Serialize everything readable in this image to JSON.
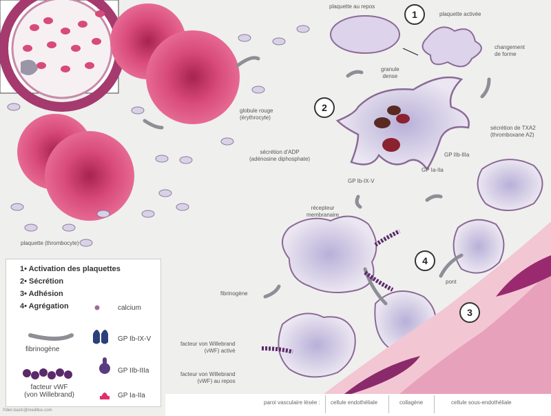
{
  "steps": [
    "1• Activation des plaquettes",
    "2• Sécrétion",
    "3• Adhésion",
    "4• Agrégation"
  ],
  "numbers": [
    "1",
    "2",
    "3",
    "4"
  ],
  "legend": {
    "calcium": "calcium",
    "fibrinogen": "fibrinogène",
    "vwf1": "facteur vWF",
    "vwf2": "(von Willebrand)",
    "gp1": "GP Ib-IX-V",
    "gp2": "GP IIb-IIIa",
    "gp3": "GP Ia-IIa"
  },
  "labels": {
    "resting": "plaquette au repos",
    "activated": "plaquette activée",
    "shape1": "changement",
    "shape2": "de forme",
    "granule1": "granule",
    "granule2": "dense",
    "rbc1": "globule rouge",
    "rbc2": "(érythrocyte)",
    "txa1": "sécrétion de TXA2",
    "txa2": "(thromboxane A2)",
    "adp1": "sécrétion d'ADP",
    "adp2": "(adénosine diphosphate)",
    "gp2": "GP IIb-IIIa",
    "gp3": "GP Ia-IIa",
    "gp1": "GP Ib-IX-V",
    "rec1": "récepteur",
    "rec2": "membranaire",
    "platelet": "plaquette (thrombocyte)",
    "fibrinogen": "fibrinogène",
    "bridge": "pont",
    "vwfa1": "facteur von Willebrand",
    "vwfa2": "(vWF) activé",
    "vwfr1": "facteur von Willebrand",
    "vwfr2": "(vWF) au repos"
  },
  "bottom": {
    "wall": "paroi vasculaire lésée :",
    "endo": "cellule endothéliale",
    "coll": "collagène",
    "sub": "cellule sous-endothéliale"
  },
  "credit": "©den.bazin@medillus.com",
  "colors": {
    "rbc": "#d84a7a",
    "platelet": "#d9cfe3",
    "outline": "#8a6a96",
    "gp1": "#2b3f7a",
    "gp2": "#5b3b80",
    "gp3": "#e0306a",
    "vwf": "#5b2a6a"
  }
}
